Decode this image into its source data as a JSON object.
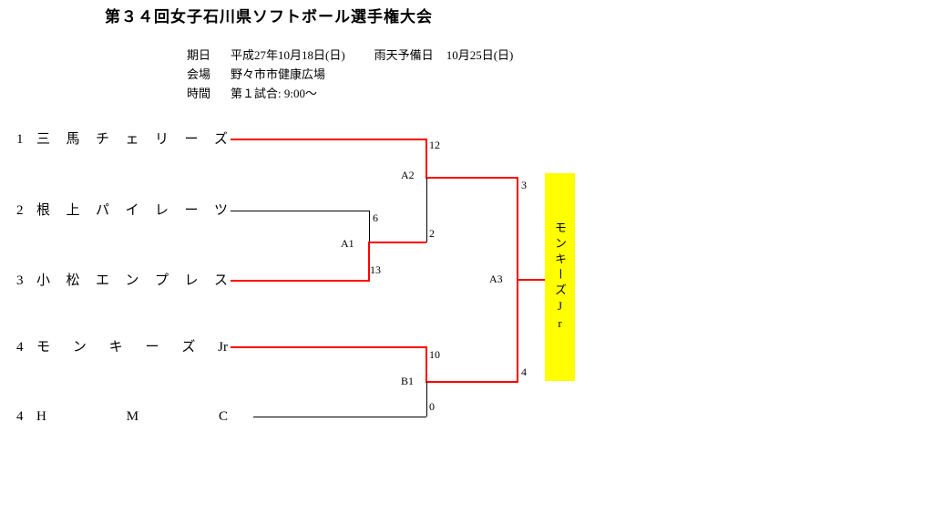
{
  "page": {
    "title": "第３４回女子石川県ソフトボール選手権大会"
  },
  "info": {
    "date_label": "期日",
    "date_value": "平成27年10月18日(日)",
    "rain_label": "雨天予備日",
    "rain_value": "10月25日(日)",
    "venue_label": "会場",
    "venue_value": "野々市市健康広場",
    "time_label": "時間",
    "time_value": "第１試合: 9:00～"
  },
  "teams": [
    {
      "seed": "1",
      "name": "三 馬 チ ェ リ ー ズ"
    },
    {
      "seed": "2",
      "name": "根 上 パ イ レ ー ツ"
    },
    {
      "seed": "3",
      "name": "小 松 エ ン プ レ ス"
    },
    {
      "seed": "4",
      "name": "モ ン キ ー ズ Jr"
    },
    {
      "seed": "4",
      "name": "H M C"
    }
  ],
  "matches": {
    "A1": {
      "label": "A1",
      "top_team": "根上パイレーツ",
      "bottom_team": "小松エンプレス",
      "top_score": "6",
      "bottom_score": "13",
      "winner": "小松エンプレス"
    },
    "A2": {
      "label": "A2",
      "top_team": "三馬チェリーズ",
      "bottom_team": "小松エンプレス",
      "top_score": "12",
      "bottom_score": "2",
      "winner": "三馬チェリーズ"
    },
    "B1": {
      "label": "B1",
      "top_team": "モンキーズJr",
      "bottom_team": "HMC",
      "top_score": "10",
      "bottom_score": "0",
      "winner": "モンキーズJr"
    },
    "A3": {
      "label": "A3",
      "top_team": "三馬チェリーズ",
      "bottom_team": "モンキーズJr",
      "top_score": "3",
      "bottom_score": "4",
      "winner": "モンキーズJr"
    }
  },
  "champion": {
    "name": "モンキーズJr",
    "highlight_color": "#ffff00"
  },
  "colors": {
    "winner_line": "#ff0000",
    "line": "#000000"
  }
}
